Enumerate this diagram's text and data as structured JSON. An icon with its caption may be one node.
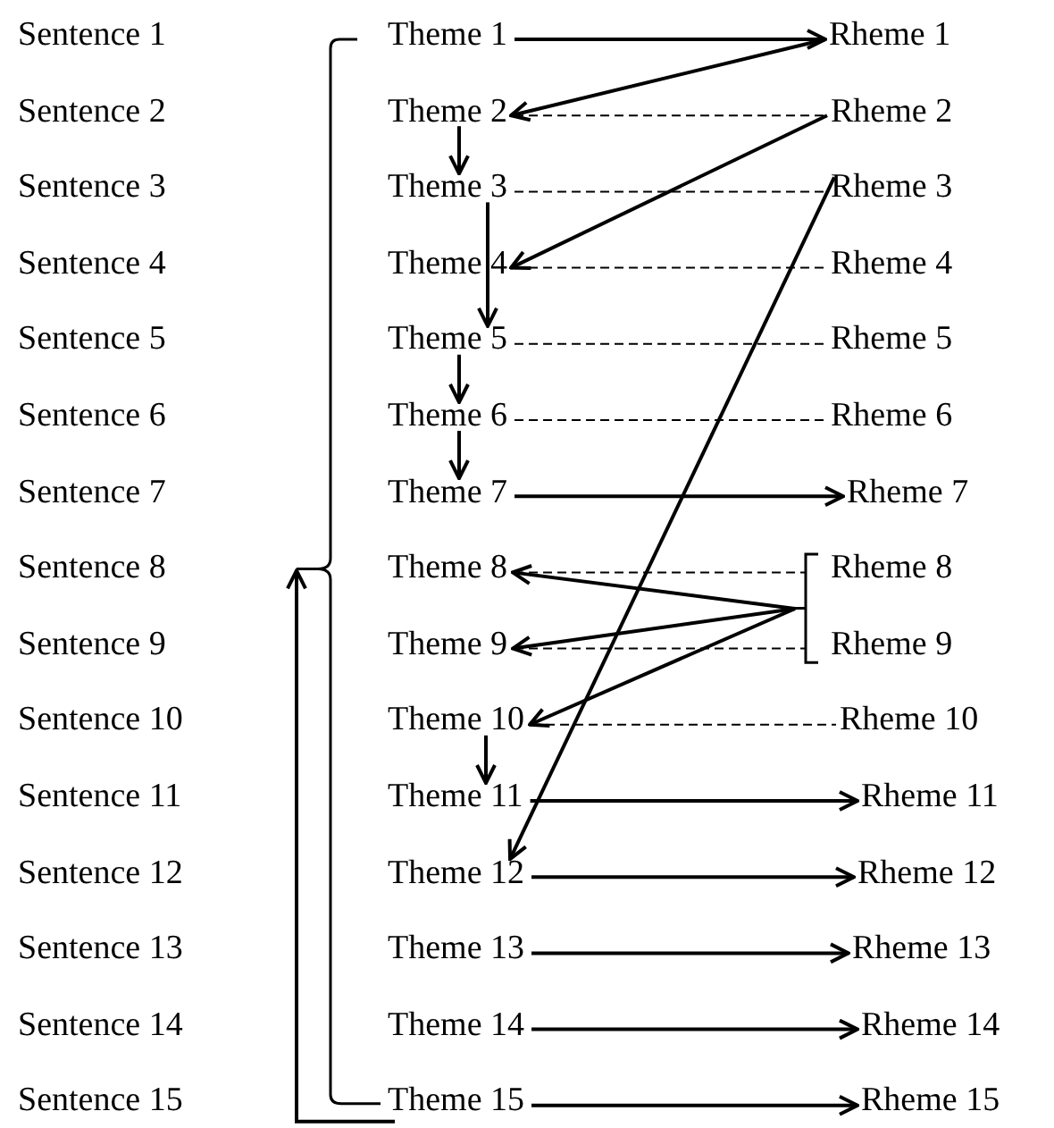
{
  "diagram": {
    "nodes": [
      {
        "text": [
          "Theme 1"
        ]
      },
      {
        "text": [
          "Theme 2"
        ]
      },
      {
        "text": [
          "Theme 3"
        ]
      },
      {
        "text": [
          "Theme 4"
        ]
      },
      {
        "text": [
          "Theme 5"
        ]
      },
      {
        "text": [
          "Theme 6"
        ]
      },
      {
        "text": [
          "Theme 7"
        ]
      },
      {
        "text": [
          "Theme 8"
        ]
      },
      {
        "text": [
          "Theme 9"
        ]
      },
      {
        "text": [
          "Theme 10"
        ]
      },
      {
        "text": [
          "Theme 11"
        ]
      },
      {
        "text": [
          "Theme 12"
        ]
      },
      {
        "text": [
          "Theme 13"
        ]
      },
      {
        "text": [
          "Theme 14"
        ]
      },
      {
        "text": [
          "Theme 15"
        ]
      },
      {
        "text": [
          "Rheme 1"
        ]
      },
      {
        "text": [
          "Rheme 2"
        ]
      },
      {
        "text": [
          "Rheme 3"
        ]
      },
      {
        "text": [
          "Rheme 4"
        ]
      },
      {
        "text": [
          "Rheme 5"
        ]
      },
      {
        "text": [
          "Rheme 6"
        ]
      },
      {
        "text": [
          "Rheme 7"
        ]
      },
      {
        "text": [
          "Rheme 8"
        ]
      },
      {
        "text": [
          "Rheme 9"
        ]
      },
      {
        "text": [
          "Rheme 10"
        ]
      },
      {
        "text": [
          "Rheme 11"
        ]
      },
      {
        "text": [
          "Rheme 12"
        ]
      },
      {
        "text": [
          "Rheme 13"
        ]
      },
      {
        "text": [
          "Rheme 14"
        ]
      },
      {
        "text": [
          "Rheme 15"
        ]
      },
      {
        "text": [],
        "shape": "bracket"
      },
      {
        "text": [],
        "shape": "bracket"
      }
    ],
    "edges": [
      {
        "from": 0,
        "to": 15,
        "arrow": "to"
      },
      {
        "from": 15,
        "to": 1,
        "arrow": "to"
      },
      {
        "from": 1,
        "to": 16,
        "arrow": "none",
        "style": "dashed"
      },
      {
        "from": 1,
        "to": 2,
        "arrow": "to"
      },
      {
        "from": 2,
        "to": 17,
        "arrow": "none",
        "style": "dashed"
      },
      {
        "from": 16,
        "to": 3,
        "arrow": "to"
      },
      {
        "from": 2,
        "to": 4,
        "arrow": "to"
      },
      {
        "from": 3,
        "to": 18,
        "arrow": "none",
        "style": "dashed"
      },
      {
        "from": 4,
        "to": 19,
        "arrow": "none",
        "style": "dashed"
      },
      {
        "from": 4,
        "to": 5,
        "arrow": "to"
      },
      {
        "from": 5,
        "to": 20,
        "arrow": "none",
        "style": "dashed"
      },
      {
        "from": 5,
        "to": 6,
        "arrow": "to"
      },
      {
        "from": 6,
        "to": 21,
        "arrow": "to"
      },
      {
        "from": 17,
        "to": 11,
        "arrow": "to"
      },
      {
        "from": 7,
        "to": 31,
        "arrow": "none",
        "style": "dashed"
      },
      {
        "from": 8,
        "to": 31,
        "arrow": "none",
        "style": "dashed"
      },
      {
        "from": 31,
        "to": 7,
        "arrow": "to"
      },
      {
        "from": 31,
        "to": 8,
        "arrow": "to"
      },
      {
        "from": 31,
        "to": 9,
        "arrow": "to"
      },
      {
        "from": 9,
        "to": 24,
        "arrow": "none",
        "style": "dashed"
      },
      {
        "from": 9,
        "to": 10,
        "arrow": "to"
      },
      {
        "from": 10,
        "to": 25,
        "arrow": "to"
      },
      {
        "from": 11,
        "to": 26,
        "arrow": "to"
      },
      {
        "from": 12,
        "to": 27,
        "arrow": "to"
      },
      {
        "from": 13,
        "to": 28,
        "arrow": "to"
      },
      {
        "from": 14,
        "to": 29,
        "arrow": "to"
      },
      {
        "from": 14,
        "to": 30,
        "arrow": "to"
      }
    ],
    "labels": [
      "Sentence 1",
      "Sentence 2",
      "Sentence 3",
      "Sentence 4",
      "Sentence 5",
      "Sentence 6",
      "Sentence 7",
      "Sentence 8",
      "Sentence 9",
      "Sentence 10",
      "Sentence 11",
      "Sentence 12",
      "Sentence 13",
      "Sentence 14",
      "Sentence 15"
    ]
  }
}
